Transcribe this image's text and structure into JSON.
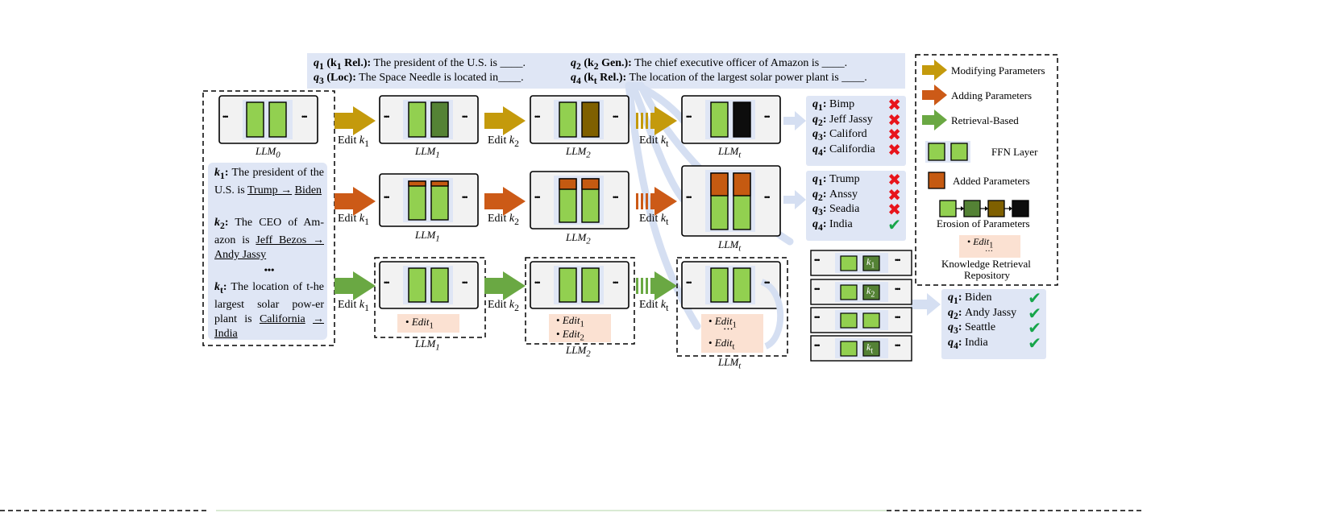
{
  "questions": {
    "q1": {
      "prefix": "q",
      "sub": "1",
      "tag": " (k",
      "tagsub": "1",
      "tagtail": " Rel.):",
      "text": " The president of the U.S. is ____."
    },
    "q2": {
      "prefix": "q",
      "sub": "2",
      "tag": " (k",
      "tagsub": "2",
      "tagtail": " Gen.):",
      "text": " The chief executive officer of Amazon is ____."
    },
    "q3": {
      "prefix": "q",
      "sub": "3",
      "tag": " (Loc):",
      "text": " The Space Needle is located in____."
    },
    "q4": {
      "prefix": "q",
      "sub": "4",
      "tag": " (k",
      "tagsub": "t",
      "tagtail": " Rel.):",
      "text": " The location of the largest solar power plant is ____."
    }
  },
  "knowledge": {
    "k1_label": "k",
    "k1_sub": "1",
    "k1_colon": ":",
    "k1_text": " The president of the U.S. is ",
    "k1_old": "Trump →",
    "k1_new": "Biden",
    "k2_label": "k",
    "k2_sub": "2",
    "k2_colon": ":",
    "k2_text": " The CEO of Am­azon is ",
    "k2_old": "Jeff Bezos →",
    "k2_new": "Andy Jassy",
    "ellipsis": "•••",
    "kt_label": "k",
    "kt_sub": "t",
    "kt_colon": ":",
    "kt_text": " The location of t-he largest solar pow-er plant is ",
    "kt_old": "California",
    "kt_new": "→ India"
  },
  "models": {
    "llm": "LLM",
    "sub0": "0",
    "sub1": "1",
    "sub2": "2",
    "subt": "t",
    "dots": "•••"
  },
  "edits": {
    "edit_word": "Edit ",
    "k": "k",
    "s1": "1",
    "s2": "2",
    "st": "t"
  },
  "repo_items": {
    "edit": "Edit",
    "s1": "1",
    "s2": "2",
    "st": "t",
    "vdots": "• • •"
  },
  "results": {
    "row1": {
      "answers": [
        "Bimp",
        "Jeff Jassy",
        "Califord",
        "Califordia"
      ],
      "marks": [
        "x",
        "x",
        "x",
        "x"
      ]
    },
    "row2": {
      "answers": [
        "Trump",
        "Anssy",
        "Seadia",
        "India"
      ],
      "marks": [
        "x",
        "x",
        "x",
        "check"
      ]
    },
    "row3": {
      "answers": [
        "Biden",
        "Andy Jassy",
        "Seattle",
        "India"
      ],
      "marks": [
        "check",
        "check",
        "check",
        "check"
      ]
    },
    "qlabels": [
      "q",
      "q",
      "q",
      "q"
    ],
    "qsubs": [
      "1",
      "2",
      "3",
      "4"
    ]
  },
  "retrieval_keys": {
    "k": "k",
    "s1": "1",
    "s2": "2",
    "st": "t"
  },
  "legend": {
    "modifying": "Modifying Parameters",
    "adding": "Adding Parameters",
    "retrieval": "Retrieval-Based",
    "ffn": "FFN Layer",
    "added": "Added Parameters",
    "erosion": "Erosion of Parameters",
    "repo_item": "Edit",
    "repo_sub": "1",
    "repo_dots": "…",
    "repo_label1": "Knowledge Retrieval",
    "repo_label2": "Repository"
  },
  "colors": {
    "light_green": "#92d050",
    "mid_green": "#548235",
    "brown": "#7f6000",
    "black": "#0d0d0d",
    "orange": "#c55a11",
    "gold_arrow": "#c49a0c",
    "orange_arrow": "#cc5a17",
    "green_arrow": "#6aa843",
    "panel_blue": "#dfe6f5",
    "peach": "#fbe1d2",
    "red_x": "#e8141c",
    "check_green": "#17a54a"
  }
}
